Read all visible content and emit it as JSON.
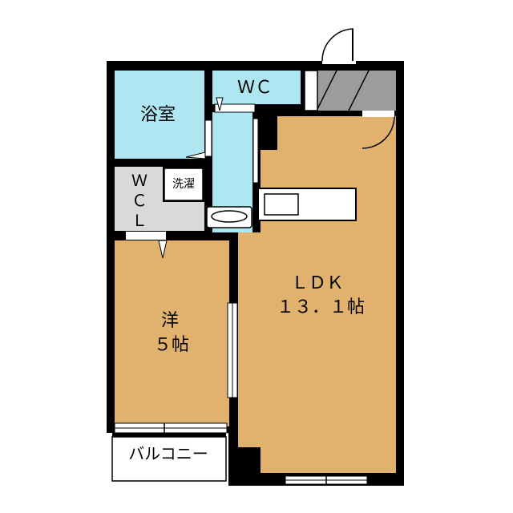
{
  "rooms": {
    "bath": "浴室",
    "wc": "ＷＣ",
    "wcl_1": "Ｗ",
    "wcl_2": "Ｃ",
    "wcl_3": "Ｌ",
    "laundry": "洗濯",
    "western_1": "洋",
    "western_2": "５帖",
    "ldk_1": "ＬＤＫ",
    "ldk_2": "１３．１帖",
    "balcony": "バルコニー"
  },
  "colors": {
    "wall": "#000000",
    "floor_wood": "#e1b26e",
    "wet_area": "#aee6f2",
    "entrance": "#9c9c9c",
    "closet": "#d9d9d9",
    "counter": "#ffffff"
  }
}
